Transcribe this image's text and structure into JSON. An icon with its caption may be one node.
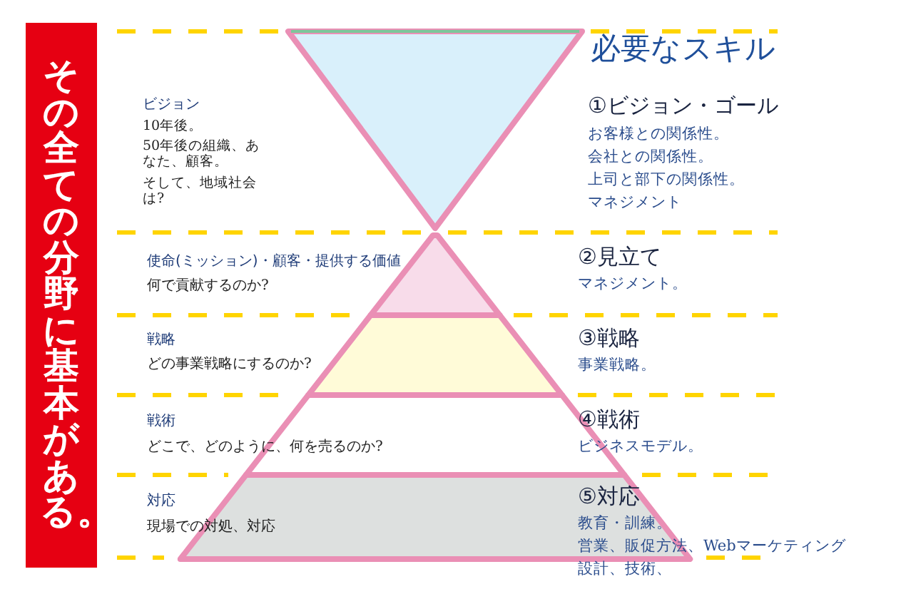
{
  "diagram": {
    "nodes": [
      {
        "text": [
          "その全ての分野に基本がある。"
        ]
      },
      {
        "text": [],
        "shape": "triangle"
      },
      {
        "text": [],
        "shape": "trapezoid"
      },
      {
        "text": [],
        "shape": "trapezoid"
      },
      {
        "text": [],
        "shape": "trapezoid"
      },
      {
        "text": [],
        "shape": "trapezoid"
      }
    ],
    "edges": [],
    "labels": [
      "必要なスキル",
      "ビジョン",
      "10年後。",
      "50年後の組織、あなた、顧客。",
      "そして、地域社会は?",
      "①ビジョン・ゴール",
      "お客様との関係性。",
      "会社との関係性。",
      "上司と部下の関係性。",
      "マネジメント",
      "使命(ミッション)・顧客・提供する価値",
      "何で貢献するのか?",
      "②見立て",
      "マネジメント。",
      "戦略",
      "どの事業戦略にするのか?",
      "③戦略",
      "事業戦略。",
      "戦術",
      "どこで、どのように、何を売るのか?",
      "④戦術",
      "ビジネスモデル。",
      "対応",
      "現場での対処、対応",
      "⑤対応",
      "教育・訓練。",
      "営業、販促方法、Webマーケティング",
      "設計、技術、"
    ]
  }
}
